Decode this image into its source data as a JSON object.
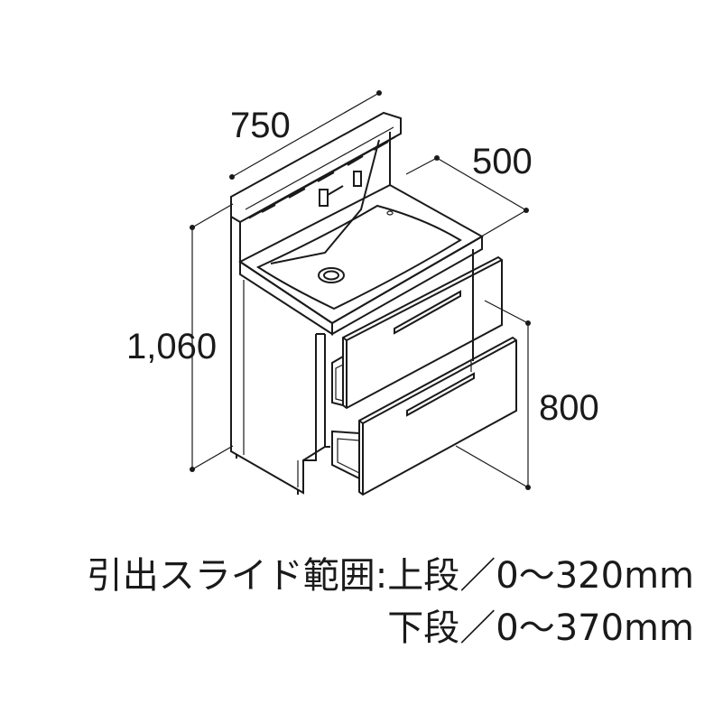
{
  "dimensions": {
    "width": "750",
    "depth": "500",
    "total_height": "1,060",
    "counter_height": "800"
  },
  "caption": {
    "line1": "引出スライド範囲:上段／0～320mm",
    "line2": "下段／0～370mm"
  }
}
